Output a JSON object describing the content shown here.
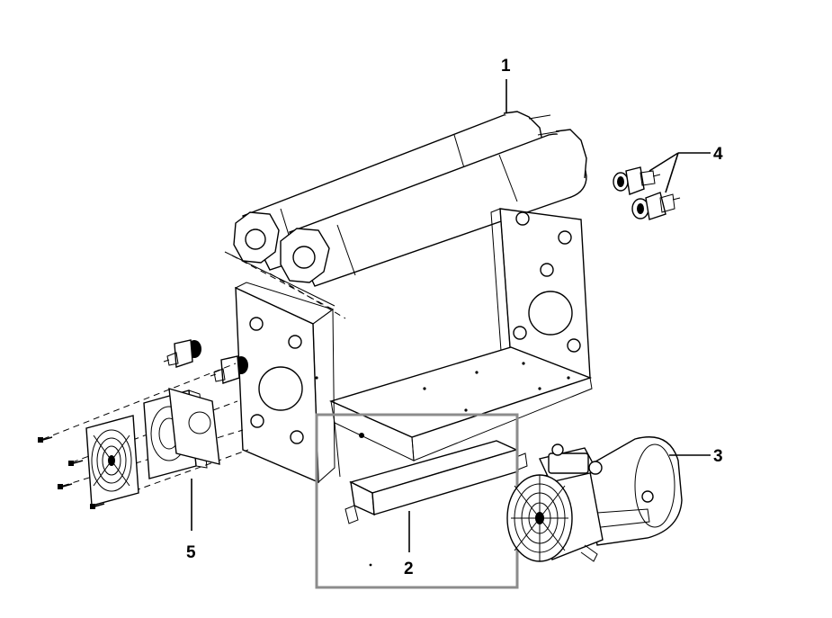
{
  "callouts": [
    {
      "id": "1",
      "label": "1"
    },
    {
      "id": "2",
      "label": "2"
    },
    {
      "id": "3",
      "label": "3"
    },
    {
      "id": "4",
      "label": "4"
    },
    {
      "id": "5",
      "label": "5"
    }
  ],
  "colors": {
    "line": "#000000",
    "background": "#ffffff",
    "highlight_box": "#8c8c8c"
  }
}
